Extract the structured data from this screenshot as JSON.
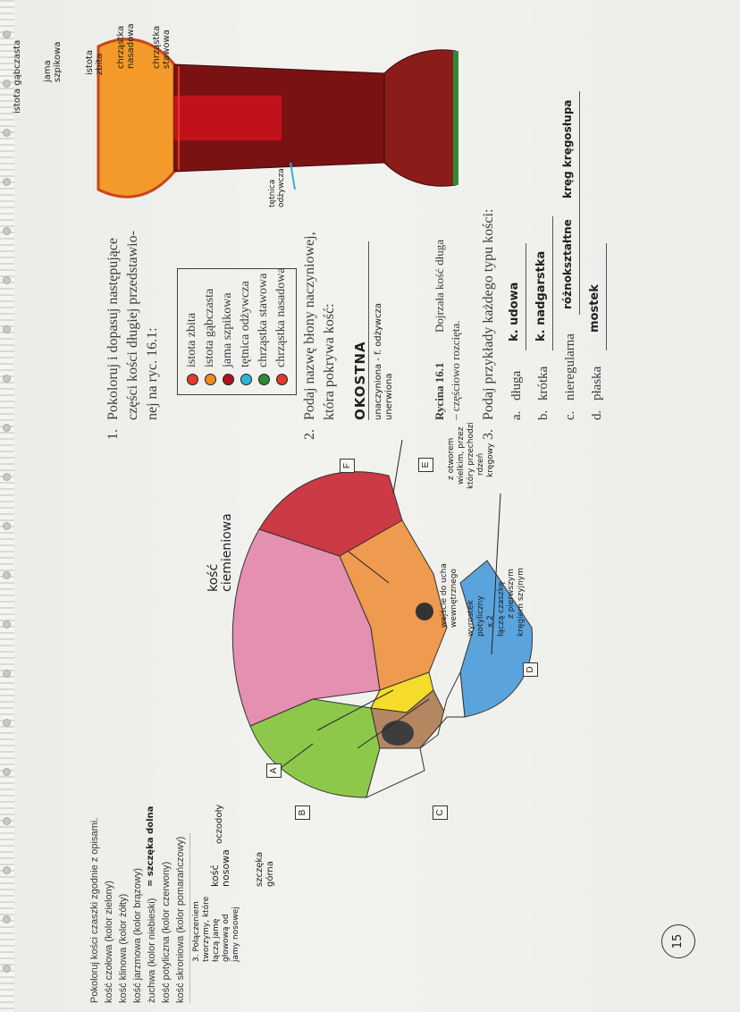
{
  "skull": {
    "instructions": [
      "Pokoloruj kości czaszki zgodnie z opisami.",
      "kość czołowa (kolor zielony)",
      "kość klinowa (kolor żółty)",
      "kość jarzmowa (kolor brązowy)",
      "żuchwa (kolor niebieski)",
      "kość potyliczna (kolor czerwony)",
      "kość skroniowa (kolor pomarańczowy)"
    ],
    "hand_jaw_note": "= szczęka dolna",
    "letters": [
      "A",
      "B",
      "C",
      "D",
      "E",
      "F"
    ],
    "hand_labels": {
      "parietal": "kość ciemieniowa",
      "nasal": "kość nosowa",
      "orbit": "oczodoły",
      "maxilla": "szczęka górna",
      "ear_line1": "wejście do ucha",
      "ear_line2": "wewnętrznego",
      "mastoid_lines": [
        "wyrostek",
        "potyliczny",
        "x 2",
        "łączą czaszkę",
        "z pierwszym",
        "kręgiem szyjnym"
      ],
      "foramen_lines": [
        "z otworem",
        "wielkim, przez",
        "który przechodzi",
        "rdzeń",
        "kręgowy"
      ],
      "bottom_note": "3. Połączeniem tworzymy, które łączą jamę głowową od jamy nosowej",
      "corner_mark": "15"
    }
  },
  "questions": {
    "q1": {
      "number": "1.",
      "lines": [
        "Pokoloruj i dopasuj następujące",
        "części kości długiej przedstawio-",
        "nej na ryc. 16.1:"
      ]
    },
    "legend": [
      {
        "label": "istota zbita",
        "color": "#e23b2c"
      },
      {
        "label": "istota gąbczasta",
        "color": "#f08c1e"
      },
      {
        "label": "jama szpikowa",
        "color": "#b0121a"
      },
      {
        "label": "tętnica odżywcza",
        "color": "#2bb6d6"
      },
      {
        "label": "chrząstka stawowa",
        "color": "#2f8a38"
      },
      {
        "label": "chrząstka nasadowa",
        "color": "#e2382a"
      }
    ],
    "q2": {
      "number": "2.",
      "lines": [
        "Podaj nazwę błony naczyniowej,",
        "która pokrywa kość:"
      ],
      "answer": "OKOSTNA",
      "answer_note_lines": [
        "unaczyniona - f. odżywcza",
        "unerwiona"
      ]
    },
    "figure_caption": {
      "bold": "Rycina 16.1",
      "rest_lines": [
        "Dojrzała kość długa",
        "– częściowo rozcięta."
      ]
    },
    "q3": {
      "number": "3.",
      "title": "Podaj przykłady każdego typu kości:",
      "items": [
        {
          "letter": "a.",
          "label": "długa",
          "answer": "k. udowa"
        },
        {
          "letter": "b.",
          "label": "krótka",
          "answer": "k. nadgarstka"
        },
        {
          "letter": "c.",
          "label": "nieregularna",
          "answer": "różnokształtne",
          "answer2": "kręg kręgosłupa"
        },
        {
          "letter": "d.",
          "label": "płaska",
          "answer": "mostek"
        }
      ]
    }
  },
  "bone_labels": {
    "istota_gabczasta": "istota gąbczasta",
    "jama_szpikowa": "jama szpikowa",
    "tetnica": "tętnica odżywcza",
    "istota_zbita": "istota zbita",
    "chrzastka_nasadowa": "chrząstka nasadowa",
    "chrzastka_stawowa": "chrząstka stawowa"
  }
}
